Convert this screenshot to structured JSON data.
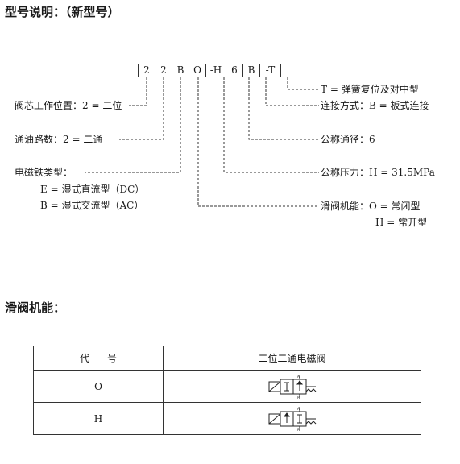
{
  "model_title": "型号说明：（新型号）",
  "code_segments": [
    "2",
    "2",
    "B",
    "O",
    "-H",
    "6",
    "B",
    "-T"
  ],
  "left_labels": {
    "position": "阀芯工作位置：2 = 二位",
    "ways": "通油路数：2 = 二通",
    "magnet_type": "电磁铁类型：",
    "magnet_e": "E = 湿式直流型（DC）",
    "magnet_b": "B = 湿式交流型（AC）"
  },
  "right_labels": {
    "spring": "T = 弹簧复位及对中型",
    "connection": "连接方式：B = 板式连接",
    "diameter": "公称通径：6",
    "pressure": "公称压力：H = 31.5MPa",
    "function": "滑阀机能：O = 常闭型",
    "function_h": "H = 常开型"
  },
  "function_title": "滑阀机能：",
  "table": {
    "header_code": "代号",
    "header_desc": "二位二通电磁阀",
    "rows": [
      {
        "code": "O",
        "symbol": "normally-closed-valve-symbol"
      },
      {
        "code": "H",
        "symbol": "normally-open-valve-symbol"
      }
    ]
  }
}
